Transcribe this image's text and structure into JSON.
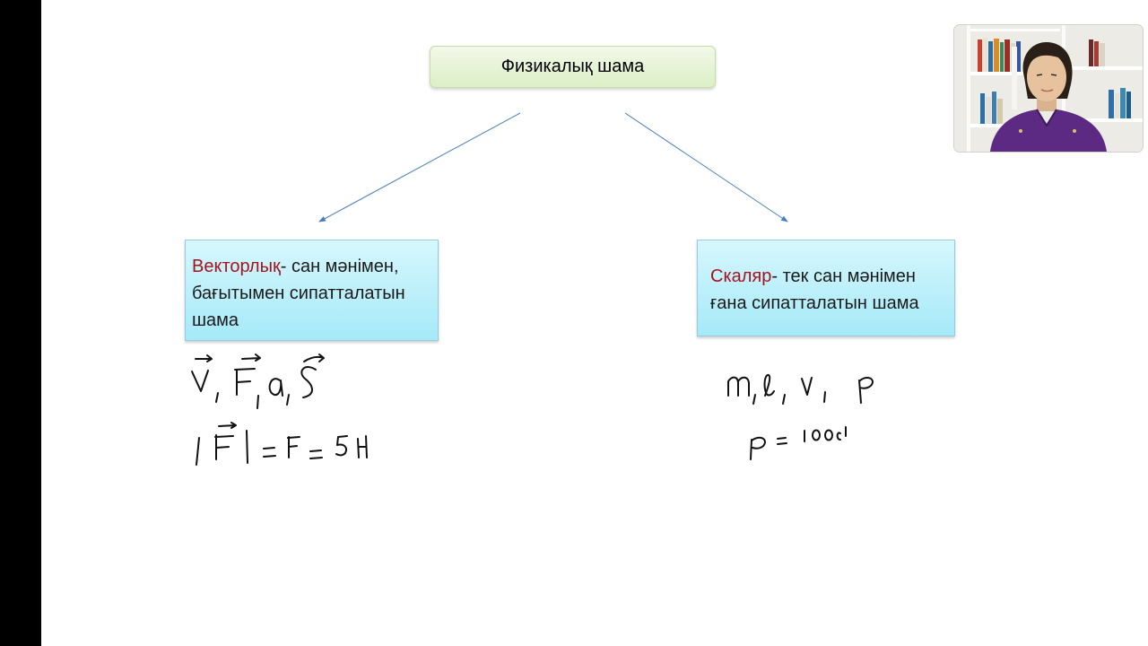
{
  "diagram": {
    "root_label": "Физикалық шама",
    "vector": {
      "term": "Векторлық",
      "description": "- сан мәнімен, бағытымен сипатталатын шама"
    },
    "scalar": {
      "term": "Скаляр",
      "description": "- тек сан мәнімен ғана сипатталатын шама"
    }
  },
  "colors": {
    "term_red": "#a5141c",
    "arrow_blue": "#4a7ebb",
    "root_box_green": "#dcefc6",
    "concept_box_cyan": "#a6e9f8"
  },
  "webcam": {
    "description": "presenter webcam thumbnail"
  }
}
